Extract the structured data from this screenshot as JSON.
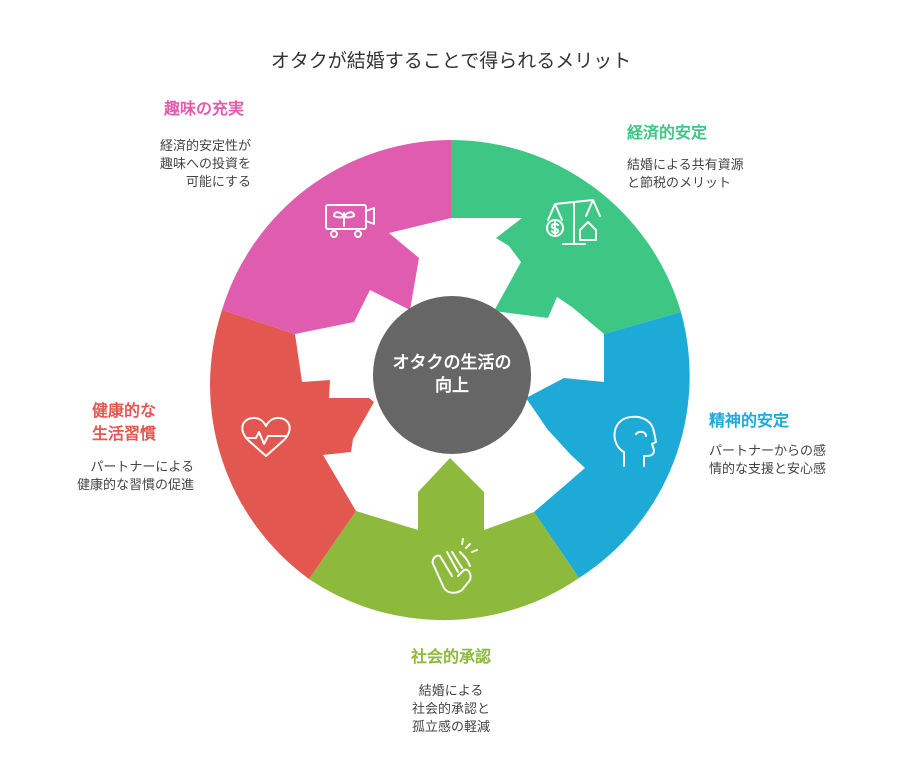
{
  "title": "オタクが結婚することで得られるメリット",
  "center_label": "オタクの生活の\n向上",
  "colors": {
    "hobby": "#E05CAE",
    "economic": "#3EC784",
    "mental": "#1EAAD7",
    "social": "#8DB93C",
    "health": "#E25851",
    "center": "#666666"
  },
  "segments": [
    {
      "key": "hobby",
      "heading": "趣味の充実",
      "description": "経済的安定性が\n趣味への投資を\n可能にする",
      "icon": "plant-cart-icon"
    },
    {
      "key": "economic",
      "heading": "経済的安定",
      "description": "結婚による共有資源\nと節税のメリット",
      "icon": "balance-scale-icon"
    },
    {
      "key": "mental",
      "heading": "精神的安定",
      "description": "パートナーからの感\n情的な支援と安心感",
      "icon": "head-profile-icon"
    },
    {
      "key": "social",
      "heading": "社会的承認",
      "description": "結婚による\n社会的承認と\n孤立感の軽減",
      "icon": "clapping-hands-icon"
    },
    {
      "key": "health",
      "heading": "健康的な\n生活習慣",
      "description": "パートナーによる\n健康的な習慣の促進",
      "icon": "heartbeat-icon"
    }
  ]
}
